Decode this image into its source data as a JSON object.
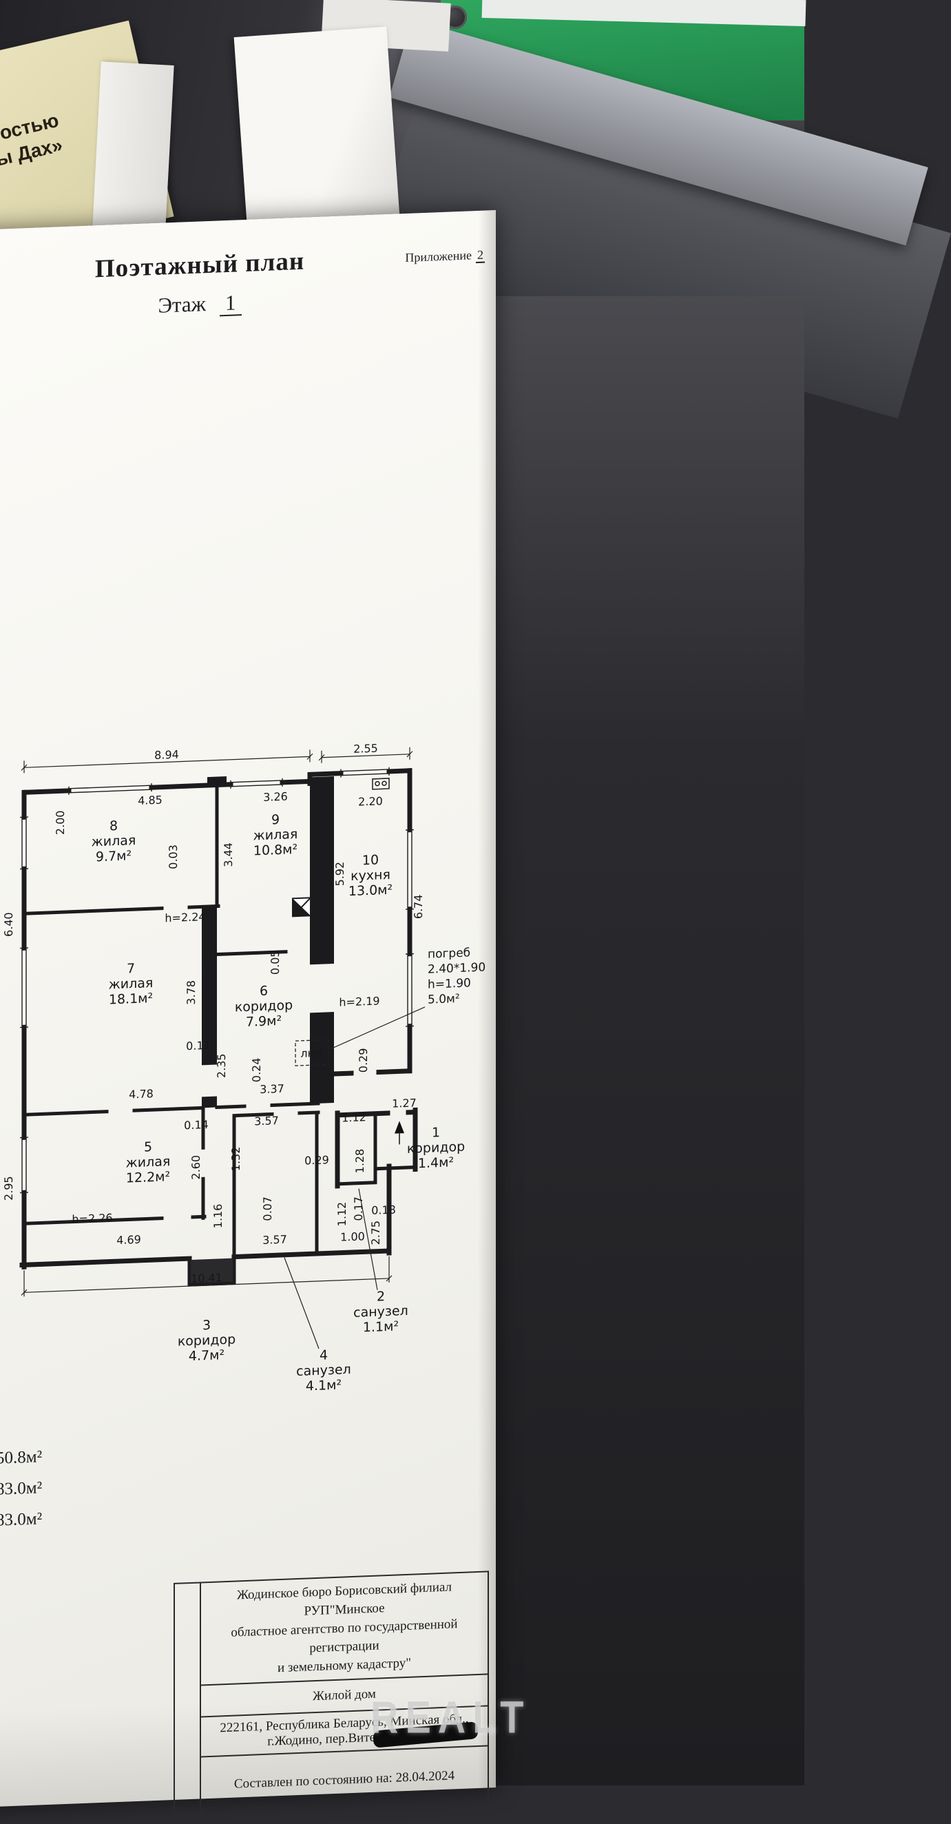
{
  "photo": {
    "watermark": "REALT",
    "note_line1": "ностью",
    "note_line2": "ны Дах»"
  },
  "doc": {
    "title": "Поэтажный план",
    "annex_label": "Приложение",
    "annex_number": "2",
    "floor_label": "Этаж",
    "floor_number": "1",
    "totals": [
      "50.8м²",
      "83.0м²",
      "83.0м²"
    ],
    "footer": {
      "org1": "Жодинское бюро Борисовский филиал РУП\"Минское",
      "org2": "областное агентство по государственной регистрации",
      "org3": "и земельному кадастру\"",
      "object": "Жилой дом",
      "addr1": "222161, Республика Беларусь, Минская обл.,",
      "addr2": "г.Жодино, пер.Витебский, 2",
      "date": "Составлен по состоянию на: 28.04.2024"
    }
  },
  "plan": {
    "rooms": {
      "r8": {
        "num": "8",
        "name": "жилая",
        "area": "9.7м²"
      },
      "r9": {
        "num": "9",
        "name": "жилая",
        "area": "10.8м²"
      },
      "r10": {
        "num": "10",
        "name": "кухня",
        "area": "13.0м²"
      },
      "r7": {
        "num": "7",
        "name": "жилая",
        "area": "18.1м²"
      },
      "r6": {
        "num": "6",
        "name": "коридор",
        "area": "7.9м²"
      },
      "r5": {
        "num": "5",
        "name": "жилая",
        "area": "12.2м²"
      },
      "r1": {
        "num": "1",
        "name": "коридор",
        "area": "1.4м²"
      },
      "r2": {
        "num": "2",
        "name": "санузел",
        "area": "1.1м²"
      },
      "r3": {
        "num": "3",
        "name": "коридор",
        "area": "4.7м²"
      },
      "r4": {
        "num": "4",
        "name": "санузел",
        "area": "4.1м²"
      }
    },
    "heights": {
      "r7": "h=2.24",
      "r10": "h=2.19",
      "r5": "h=2.26"
    },
    "cellar": {
      "l1": "погреб",
      "l2": "2.40*1.90",
      "l3": "h=1.90",
      "l4": "5.0м²"
    },
    "hatch": "люк",
    "dims": {
      "d894": "8.94",
      "d255": "2.55",
      "d485": "4.85",
      "d326": "3.26",
      "d200": "2.00",
      "d003": "0.03",
      "d344": "3.44",
      "d220": "2.20",
      "d592": "5.92",
      "d674": "6.74",
      "d640": "6.40",
      "d295": "2.95",
      "d378": "3.78",
      "d005": "0.05",
      "d011": "0.11",
      "d235": "2.35",
      "d024": "0.24",
      "d337": "3.37",
      "d478": "4.78",
      "d029a": "0.29",
      "d014": "0.14",
      "d357a": "3.57",
      "d112a": "1.12",
      "d127": "1.27",
      "d260": "2.60",
      "d132": "1.32",
      "d029b": "0.29",
      "d128": "1.28",
      "d116": "1.16",
      "d007": "0.07",
      "d112b": "1.12",
      "d017": "0.17",
      "d018": "0.18",
      "d100": "1.00",
      "d275": "2.75",
      "d469": "4.69",
      "d357b": "3.57",
      "d1041": "10.41"
    }
  }
}
